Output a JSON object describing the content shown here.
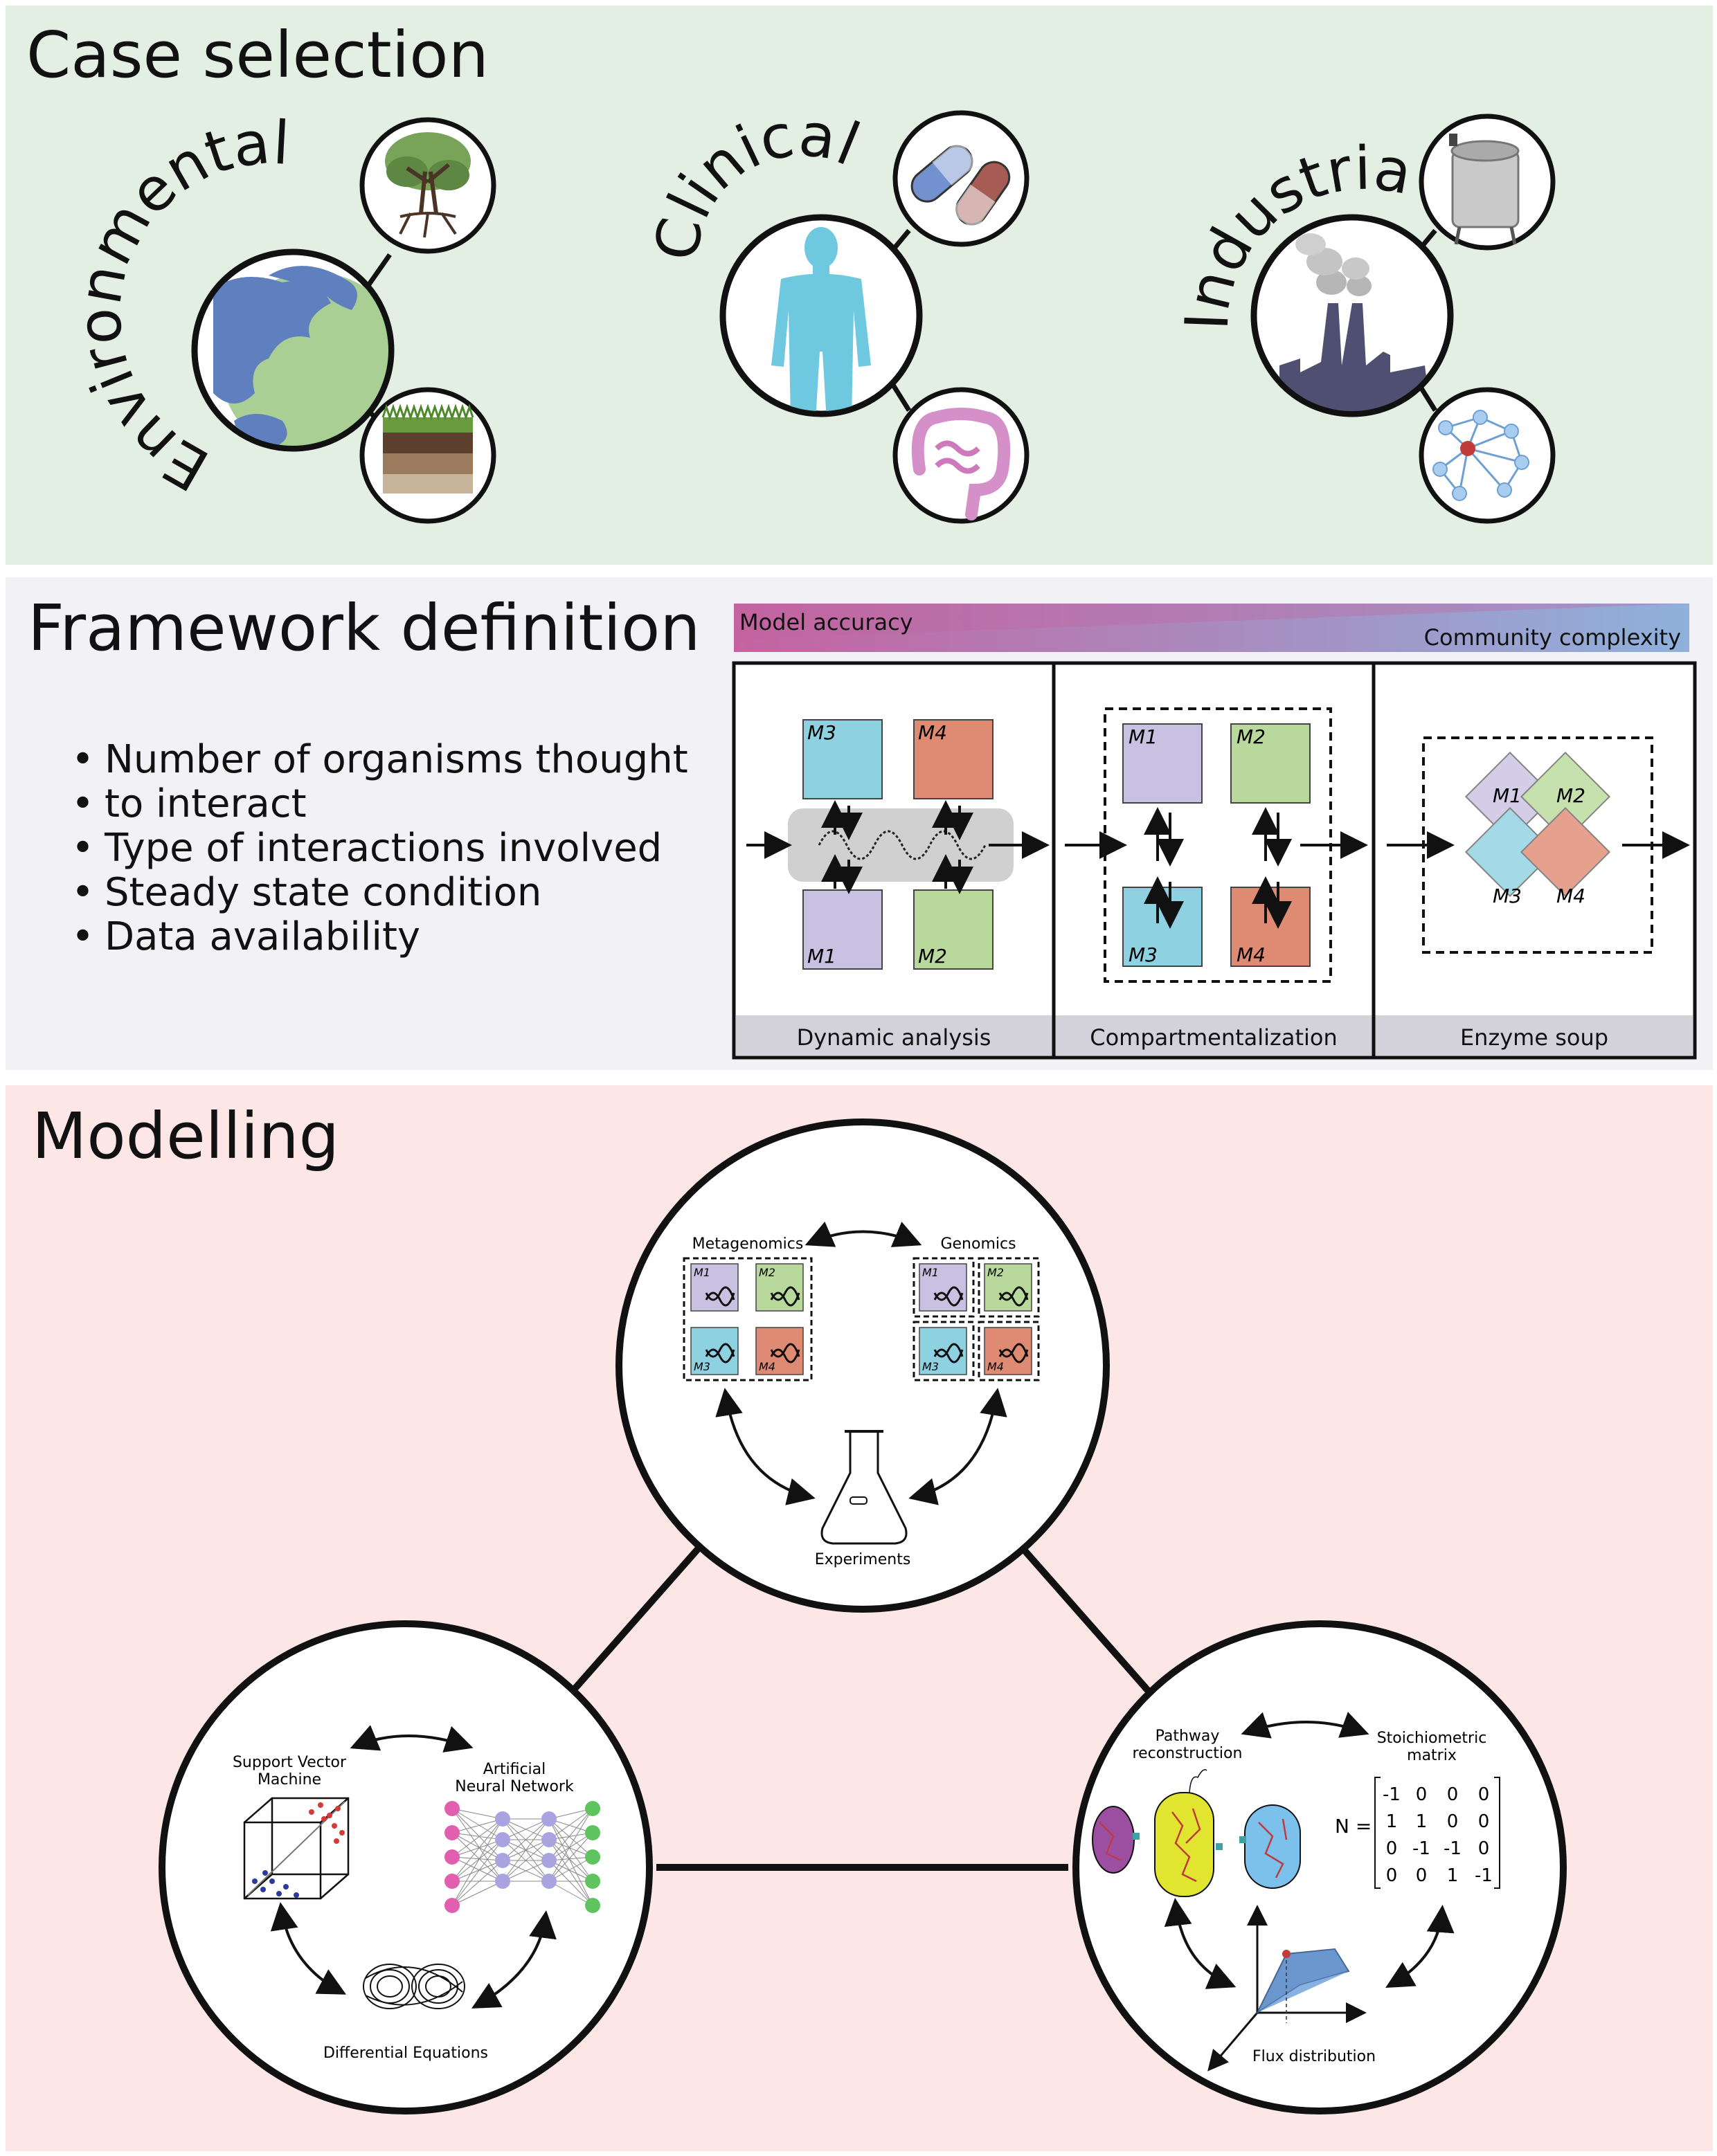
{
  "case_selection": {
    "title": "Case selection",
    "categories": [
      {
        "label": "Environmental",
        "icons": [
          "globe-icon",
          "tree-icon",
          "soil-icon"
        ]
      },
      {
        "label": "Clinical",
        "icons": [
          "human-body-icon",
          "pills-icon",
          "intestine-icon"
        ]
      },
      {
        "label": "Industrial",
        "icons": [
          "factory-icon",
          "bioreactor-icon",
          "network-icon"
        ]
      }
    ]
  },
  "framework": {
    "title": "Framework definition",
    "bullets": [
      "Number of organisms thought",
      "to interact",
      "Type of interactions involved",
      "Steady state condition",
      "Data availability"
    ],
    "gradient_left_label": "Model accuracy",
    "gradient_right_label": "Community complexity",
    "gradient_colors": {
      "left": "#c463a0",
      "right": "#8fb1dc"
    },
    "boxes": [
      {
        "label": "Dynamic analysis"
      },
      {
        "label": "Compartmentalization"
      },
      {
        "label": "Enzyme soup"
      }
    ],
    "modules": {
      "m1": "M1",
      "m2": "M2",
      "m3": "M3",
      "m4": "M4"
    },
    "module_colors": {
      "m1": "#c9c1e2",
      "m2": "#b8d99b",
      "m3": "#8ed2e2",
      "m4": "#df8a73"
    }
  },
  "modelling": {
    "title": "Modelling",
    "top": {
      "metagenomics": "Metagenomics",
      "genomics": "Genomics",
      "experiments": "Experiments"
    },
    "left": {
      "svm_line1": "Support Vector",
      "svm_line2": "Machine",
      "ann_line1": "Artificial",
      "ann_line2": "Neural Network",
      "diffeq": "Differential Equations"
    },
    "right": {
      "pathway_line1": "Pathway",
      "pathway_line2": "reconstruction",
      "stoich_line1": "Stoichiometric",
      "stoich_line2": "matrix",
      "flux": "Flux distribution",
      "matrix_label": "N =",
      "matrix": [
        [
          "-1",
          "0",
          "0",
          "0"
        ],
        [
          "1",
          "1",
          "0",
          "0"
        ],
        [
          "0",
          "-1",
          "-1",
          "0"
        ],
        [
          "0",
          "0",
          "1",
          "-1"
        ]
      ]
    }
  }
}
